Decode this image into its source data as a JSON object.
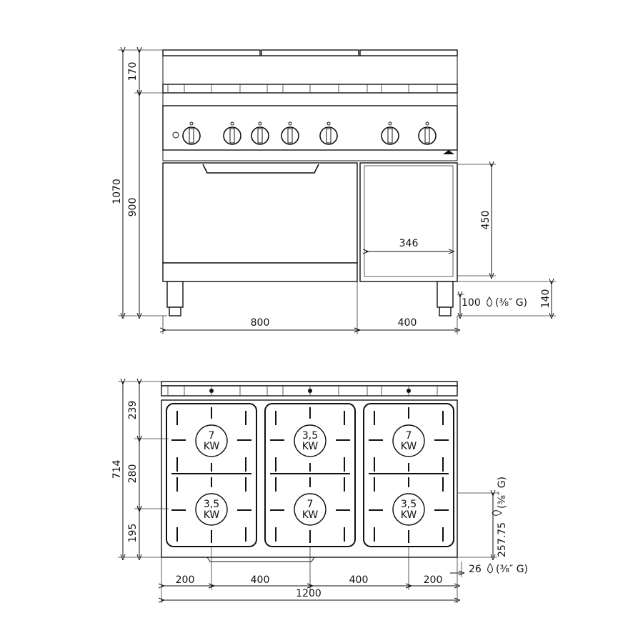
{
  "front_view": {
    "dims": {
      "total_height": "1070",
      "top_height": "170",
      "body_height": "900",
      "oven_width": "800",
      "cabinet_width": "400",
      "cabinet_inner_width": "346",
      "cabinet_height": "450",
      "leg_height": "140",
      "gas_height": "100",
      "gas_spec": "(³⁄₈″ G)"
    }
  },
  "top_view": {
    "dims": {
      "depth": "714",
      "seg_back": "239",
      "seg_mid": "280",
      "seg_front": "195",
      "width_total": "1200",
      "w1": "200",
      "w2": "400",
      "w3": "400",
      "w4": "200",
      "gas_side": "257.75",
      "gas_side_spec": "(³⁄₈″ G)",
      "gas_bottom": "26",
      "gas_bottom_spec": "(³⁄₈″ G)"
    },
    "burners": [
      {
        "power": "7",
        "unit": "KW"
      },
      {
        "power": "3,5",
        "unit": "KW"
      },
      {
        "power": "7",
        "unit": "KW"
      },
      {
        "power": "3,5",
        "unit": "KW"
      },
      {
        "power": "7",
        "unit": "KW"
      },
      {
        "power": "3,5",
        "unit": "KW"
      }
    ]
  }
}
